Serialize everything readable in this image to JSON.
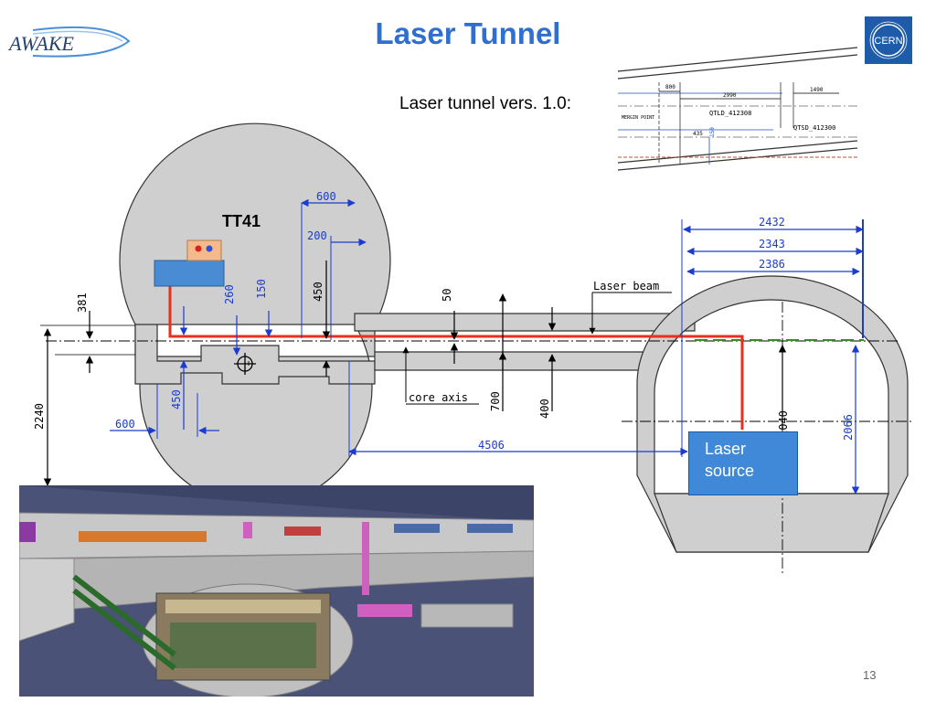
{
  "slide": {
    "title": "Laser Tunnel",
    "subtitle": "Laser tunnel vers. 1.0:",
    "page_number": "13"
  },
  "logos": {
    "awake": "AWAKE",
    "cern": "CERN"
  },
  "diagram": {
    "tunnel_label": "TT41",
    "laser_beam_label": "Laser beam",
    "core_axis_label": "core axis",
    "laser_source_line1": "Laser",
    "laser_source_line2": "source",
    "dims": {
      "d600_top": "600",
      "d200": "200",
      "d450_right": "450",
      "d260": "260",
      "d150": "150",
      "d381": "381",
      "d2240": "2240",
      "d450_bottom": "450",
      "d600_bottom": "600",
      "d50": "50",
      "d700": "700",
      "d400": "400",
      "d4506": "4506",
      "d2432": "2432",
      "d2343": "2343",
      "d2386": "2386",
      "d2040": "2040",
      "d2066": "2066"
    }
  },
  "inset": {
    "labels": {
      "d800": "800",
      "d2990": "2990",
      "d1490": "1490",
      "merging_point": "MERGIN POINT",
      "qtld": "QTLD_412308",
      "qtsd": "QTSD_412300",
      "d435": "435",
      "d150": "150"
    }
  },
  "colors": {
    "title": "#2e6fd0",
    "concrete": "#cfcfcf",
    "dimension": "#1a3ccf",
    "laser": "#e8301c",
    "laser_source_box": "#3f89d8"
  }
}
